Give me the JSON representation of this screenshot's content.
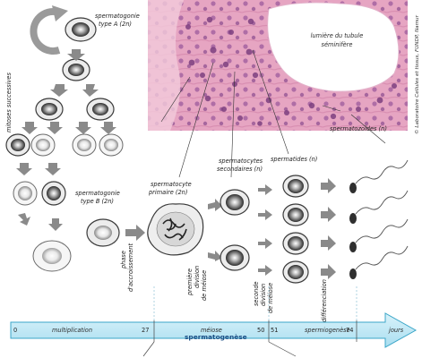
{
  "colors": {
    "tissue_pink": "#e6a5c2",
    "nucleus_purple": "#8b4c8f",
    "timeline_fill": "#b9e6f2",
    "timeline_stroke": "#3ba6c8",
    "timeline_title": "#1b4f86",
    "arrow_gray": "#8a8a8a"
  },
  "labels": {
    "spermatogonie_a": [
      "spermatogonie",
      "type A (2n)"
    ],
    "mitoses": "mitoses successives",
    "lumiere": [
      "lumière du tubule",
      "séminifère"
    ],
    "credit": "© Laboratoire Cellules et tissus, FUNDP, Namur",
    "spermatozoides": "spermatozoïdes (n)",
    "spermatogonie_b": [
      "spermatogonie",
      "type B (2n)"
    ],
    "spermatocyte_primaire": [
      "spermatocyte",
      "primaire (2n)"
    ],
    "spermatocytes_secondaires": [
      "spermatocytes",
      "secondaires (n)"
    ],
    "spermatides": "spermatides (n)",
    "phase_accroissement": [
      "phase",
      "d'accroissement"
    ],
    "premiere_division": [
      "première",
      "division",
      "de méiose"
    ],
    "seconde_division": [
      "seconde",
      "division",
      "de méiose"
    ],
    "differenciation": "différenciation"
  },
  "timeline": {
    "title": "spermatogenèse",
    "unit": "jours",
    "ticks": [
      "0",
      "27",
      "50",
      "51",
      "74"
    ],
    "phases": [
      "multiplication",
      "méiose",
      "spermiogenèse"
    ]
  },
  "icons": [
    "circular-arrow-icon",
    "down-arrow-icon",
    "right-arrow-icon"
  ]
}
